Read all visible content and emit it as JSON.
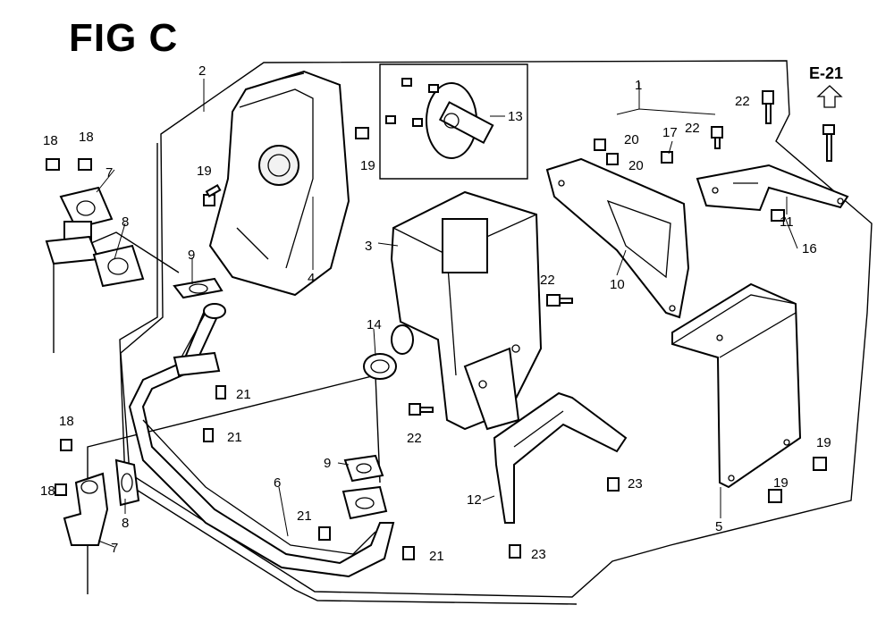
{
  "figure": {
    "title": "FIG C",
    "reference": "E-21"
  },
  "callouts": [
    {
      "id": "c1",
      "text": "1"
    },
    {
      "id": "c2",
      "text": "2"
    },
    {
      "id": "c3",
      "text": "3"
    },
    {
      "id": "c4",
      "text": "4"
    },
    {
      "id": "c5",
      "text": "5"
    },
    {
      "id": "c6",
      "text": "6"
    },
    {
      "id": "c7a",
      "text": "7"
    },
    {
      "id": "c7b",
      "text": "7"
    },
    {
      "id": "c8a",
      "text": "8"
    },
    {
      "id": "c8b",
      "text": "8"
    },
    {
      "id": "c9a",
      "text": "9"
    },
    {
      "id": "c9b",
      "text": "9"
    },
    {
      "id": "c10",
      "text": "10"
    },
    {
      "id": "c11",
      "text": "11"
    },
    {
      "id": "c12",
      "text": "12"
    },
    {
      "id": "c13",
      "text": "13"
    },
    {
      "id": "c14",
      "text": "14"
    },
    {
      "id": "c16",
      "text": "16"
    },
    {
      "id": "c17",
      "text": "17"
    },
    {
      "id": "c18a",
      "text": "18"
    },
    {
      "id": "c18b",
      "text": "18"
    },
    {
      "id": "c18c",
      "text": "18"
    },
    {
      "id": "c18d",
      "text": "18"
    },
    {
      "id": "c19a",
      "text": "19"
    },
    {
      "id": "c19b",
      "text": "19"
    },
    {
      "id": "c19c",
      "text": "19"
    },
    {
      "id": "c19d",
      "text": "19"
    },
    {
      "id": "c20a",
      "text": "20"
    },
    {
      "id": "c20b",
      "text": "20"
    },
    {
      "id": "c21a",
      "text": "21"
    },
    {
      "id": "c21b",
      "text": "21"
    },
    {
      "id": "c21c",
      "text": "21"
    },
    {
      "id": "c21d",
      "text": "21"
    },
    {
      "id": "c22a",
      "text": "22"
    },
    {
      "id": "c22b",
      "text": "22"
    },
    {
      "id": "c22c",
      "text": "22"
    },
    {
      "id": "c22d",
      "text": "22"
    },
    {
      "id": "c23a",
      "text": "23"
    },
    {
      "id": "c23b",
      "text": "23"
    }
  ]
}
